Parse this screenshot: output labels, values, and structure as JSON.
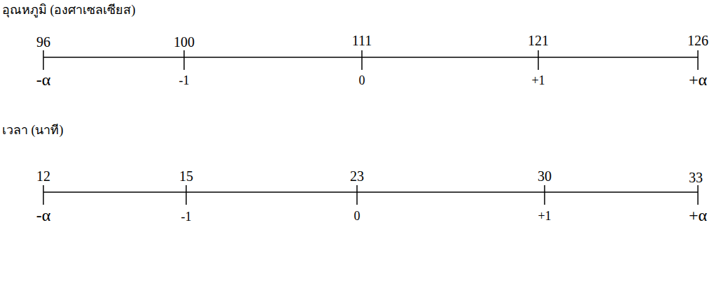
{
  "diagram": {
    "labels": [
      "อุณหภูมิ (องศาเซลเซียส)",
      "96",
      "100",
      "111",
      "121",
      "126",
      "-α",
      "-1",
      "0",
      "+1",
      "+α",
      "เวลา (นาที)",
      "12",
      "15",
      "23",
      "30",
      "33",
      "-α",
      "-1",
      "0",
      "+1",
      "+α"
    ]
  }
}
